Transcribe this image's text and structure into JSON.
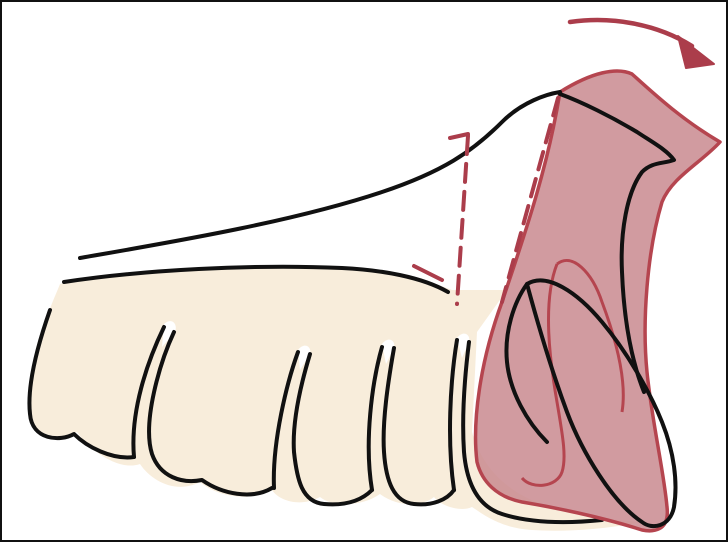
{
  "figure": {
    "colors": {
      "background": "#ffffff",
      "outline": "#111111",
      "tooth_fill": "#f8eddb",
      "flap_fill": "#c98a8f",
      "flap_stroke": "#b5454f",
      "accent": "#ab3d4b"
    },
    "elements": [
      "tooth-row",
      "gingiva-outline",
      "vertical-releasing-incision",
      "rotated-flap",
      "rotation-arrow-icon"
    ]
  }
}
